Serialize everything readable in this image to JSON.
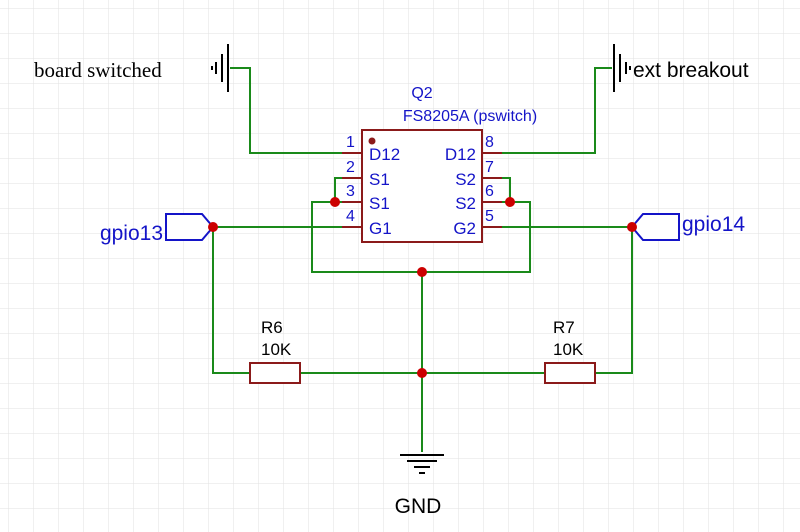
{
  "schematic": {
    "ic": {
      "designator": "Q2",
      "value": "FS8205A (pswitch)",
      "pins": [
        {
          "num": "1",
          "name": "D12"
        },
        {
          "num": "2",
          "name": "S1"
        },
        {
          "num": "3",
          "name": "S1"
        },
        {
          "num": "4",
          "name": "G1"
        },
        {
          "num": "5",
          "name": "G2"
        },
        {
          "num": "6",
          "name": "S2"
        },
        {
          "num": "7",
          "name": "S2"
        },
        {
          "num": "8",
          "name": "D12"
        }
      ]
    },
    "resistors": [
      {
        "designator": "R6",
        "value": "10K"
      },
      {
        "designator": "R7",
        "value": "10K"
      }
    ],
    "nets": {
      "board_switched": "board switched",
      "ext_breakout": "ext breakout",
      "gpio13": "gpio13",
      "gpio14": "gpio14",
      "gnd": "GND"
    },
    "colors": {
      "wire": "#1a8a1a",
      "part": "#8b1a1a",
      "pin_text": "#1414c8",
      "junction": "#cc0000",
      "grid": "#e2e2e2",
      "label": "#000000"
    }
  }
}
